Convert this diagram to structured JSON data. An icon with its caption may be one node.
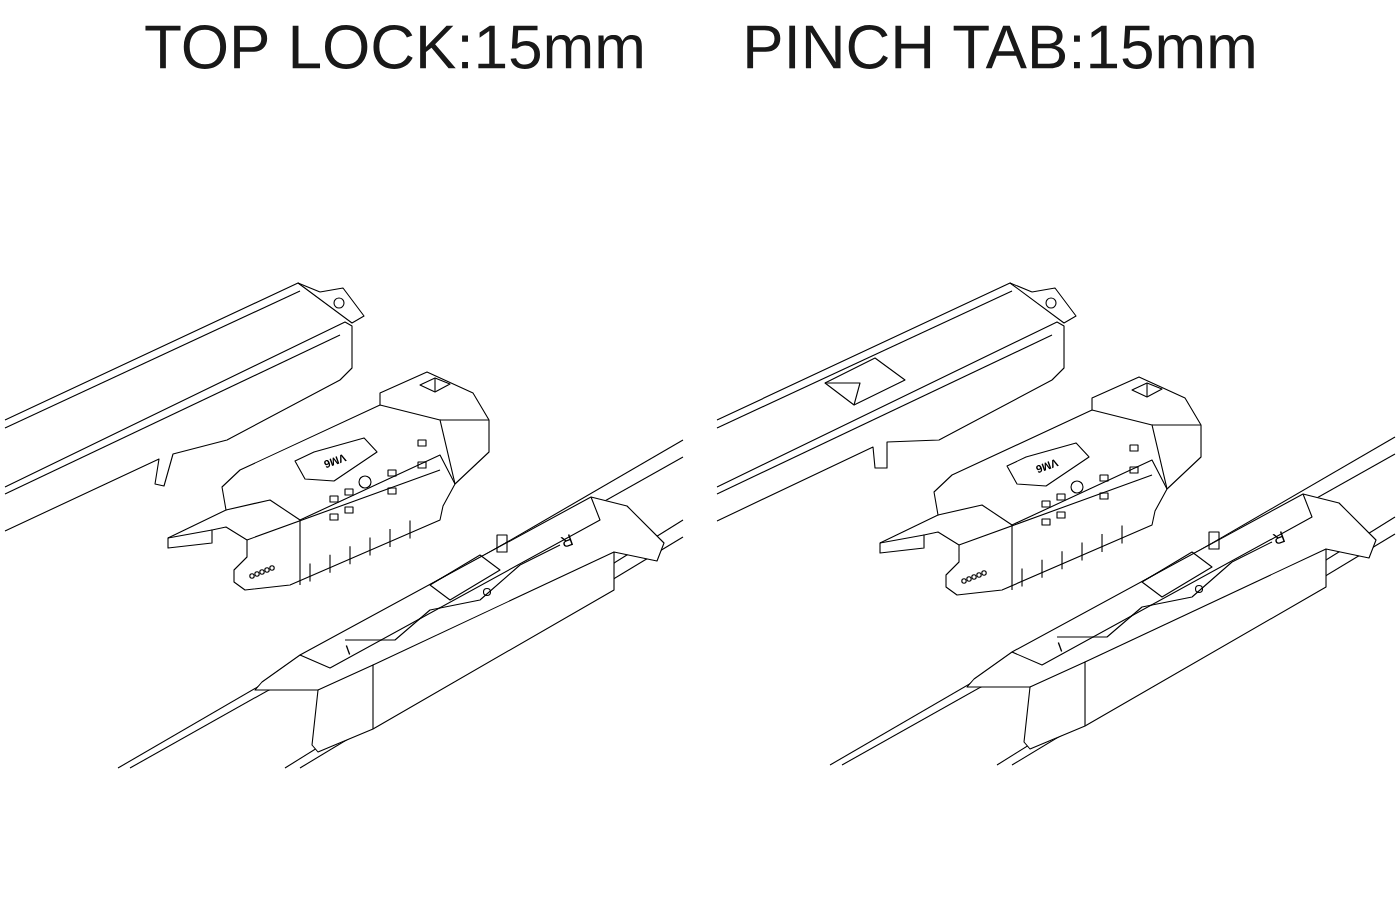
{
  "diagram": {
    "labels": [
      "TOP LOCK:15mm",
      "PINCH TAB:15mm",
      "VM6",
      "R",
      "I",
      "VM6",
      "R",
      "I"
    ]
  }
}
